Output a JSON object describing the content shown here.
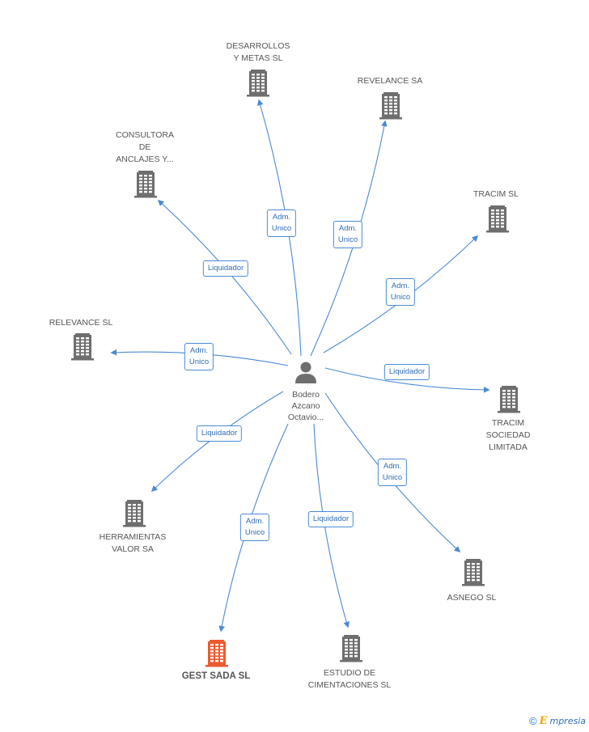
{
  "center": {
    "name": "Bodero\nAzcano\nOctavio..."
  },
  "companies": [
    {
      "id": "desarrollos",
      "name": "DESARROLLOS\nY METAS  SL",
      "color": "#6e6e6e"
    },
    {
      "id": "revelance-sa",
      "name": "REVELANCE SA",
      "color": "#6e6e6e"
    },
    {
      "id": "consultora",
      "name": "CONSULTORA\nDE\nANCLAJES Y...",
      "color": "#6e6e6e"
    },
    {
      "id": "tracim-sl",
      "name": "TRACIM SL",
      "color": "#6e6e6e"
    },
    {
      "id": "relevance-sl",
      "name": "RELEVANCE SL",
      "color": "#6e6e6e"
    },
    {
      "id": "tracim-sociedad",
      "name": "TRACIM\nSOCIEDAD\nLIMITADA",
      "color": "#6e6e6e"
    },
    {
      "id": "herramientas",
      "name": "HERRAMIENTAS\nVALOR SA",
      "color": "#6e6e6e"
    },
    {
      "id": "asnego",
      "name": "ASNEGO SL",
      "color": "#6e6e6e"
    },
    {
      "id": "gest-sada",
      "name": "GEST SADA SL",
      "color": "#ee5a2f",
      "highlight": true
    },
    {
      "id": "estudio",
      "name": "ESTUDIO DE\nCIMENTACIONES SL",
      "color": "#6e6e6e"
    }
  ],
  "edges": [
    {
      "to": "desarrollos",
      "label": "Adm.\nUnico"
    },
    {
      "to": "revelance-sa",
      "label": "Adm.\nUnico"
    },
    {
      "to": "consultora",
      "label": "Liquidador"
    },
    {
      "to": "tracim-sl",
      "label": "Adm.\nUnico"
    },
    {
      "to": "relevance-sl",
      "label": "Adm.\nUnico"
    },
    {
      "to": "tracim-sociedad",
      "label": "Liquidador"
    },
    {
      "to": "herramientas",
      "label": "Liquidador"
    },
    {
      "to": "asnego",
      "label": "Adm.\nUnico"
    },
    {
      "to": "gest-sada",
      "label": "Adm.\nUnico"
    },
    {
      "to": "estudio",
      "label": "Liquidador"
    }
  ],
  "colors": {
    "edge": "#4a8ad4",
    "person": "#6e6e6e"
  },
  "watermark": {
    "symbol": "©",
    "brand_initial": "E",
    "brand_rest": "mpresia"
  }
}
